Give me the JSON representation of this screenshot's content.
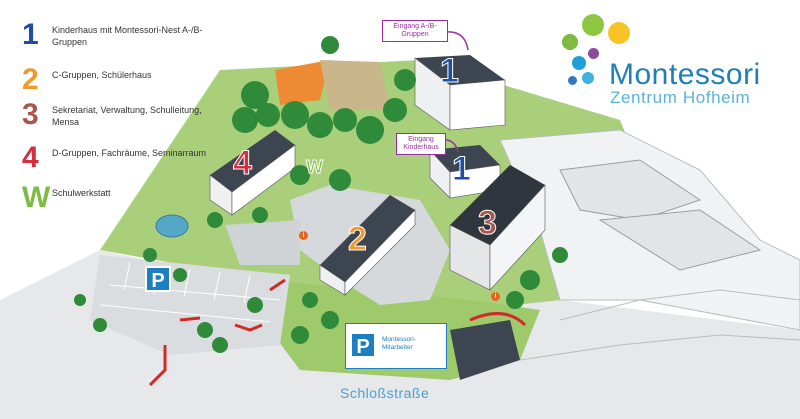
{
  "legend": [
    {
      "num": "1",
      "color": "#1f4fa3",
      "text": "Kinderhaus mit Montessori-Nest A-/B-Gruppen"
    },
    {
      "num": "2",
      "color": "#f19a2b",
      "text": "C-Gruppen, Schülerhaus"
    },
    {
      "num": "3",
      "color": "#a6564c",
      "text": "Sekretariat, Verwaltung, Schulleitung, Mensa"
    },
    {
      "num": "4",
      "color": "#d62e3d",
      "text": "D-Gruppen, Fachräume, Seminarraum"
    },
    {
      "num": "W",
      "color": "#7dbb42",
      "text": "Schulwerkstatt"
    }
  ],
  "logo": {
    "title": "Montessori",
    "subtitle": "Zentrum Hofheim",
    "dot_colors": [
      "#7dbb42",
      "#8fc641",
      "#f6c425",
      "#1f9fd6",
      "#8b4b9c",
      "#3eb2e0",
      "#2e7bbf"
    ]
  },
  "callouts": {
    "entrance_ab": "Eingang A-/B-Gruppen",
    "entrance_kinderhaus": "Eingang Kinderhaus"
  },
  "building_numbers": {
    "b1_top": "1",
    "b1_lower": "1",
    "b2": "2",
    "b3": "3",
    "b4": "4",
    "workshop": "W"
  },
  "parking": {
    "symbol": "P",
    "staff_label": "Montessori-Mitarbeiter"
  },
  "info_symbol": "i",
  "street_name": "Schloßstraße",
  "colors": {
    "grass": "#a9cf7a",
    "grass_dark": "#8dbb5a",
    "tree": "#2f8a3a",
    "road": "#c9cdd0",
    "arrow_red": "#d12a2a",
    "callout_purple": "#9b2fa0"
  }
}
